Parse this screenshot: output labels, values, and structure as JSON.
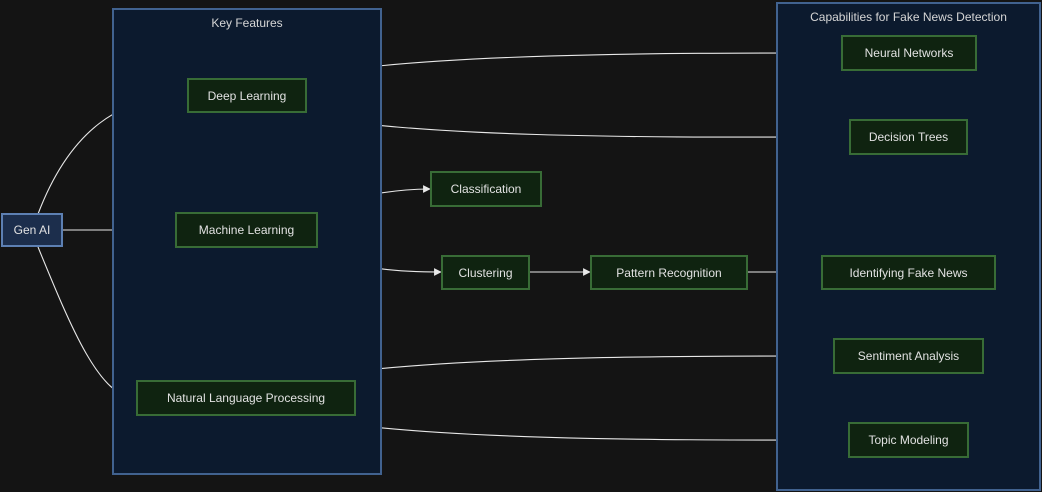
{
  "clusters": {
    "key_features": "Key Features",
    "capabilities": "Capabilities for Fake News Detection"
  },
  "nodes": {
    "gen_ai": "Gen AI",
    "deep_learning": "Deep Learning",
    "machine_learning": "Machine Learning",
    "nlp": "Natural Language Processing",
    "classification": "Classification",
    "clustering": "Clustering",
    "pattern_recognition": "Pattern Recognition",
    "neural_networks": "Neural Networks",
    "decision_trees": "Decision Trees",
    "identifying_fake_news": "Identifying Fake News",
    "sentiment_analysis": "Sentiment Analysis",
    "topic_modeling": "Topic Modeling"
  },
  "colors": {
    "background": "#141414",
    "cluster_fill": "#0c1a2e",
    "cluster_border": "#41628f",
    "node_fill": "#0f2310",
    "node_border": "#386c36",
    "start_node_fill": "#1c2e4c",
    "start_node_border": "#5d80b3",
    "edge": "#e8e8e8"
  }
}
